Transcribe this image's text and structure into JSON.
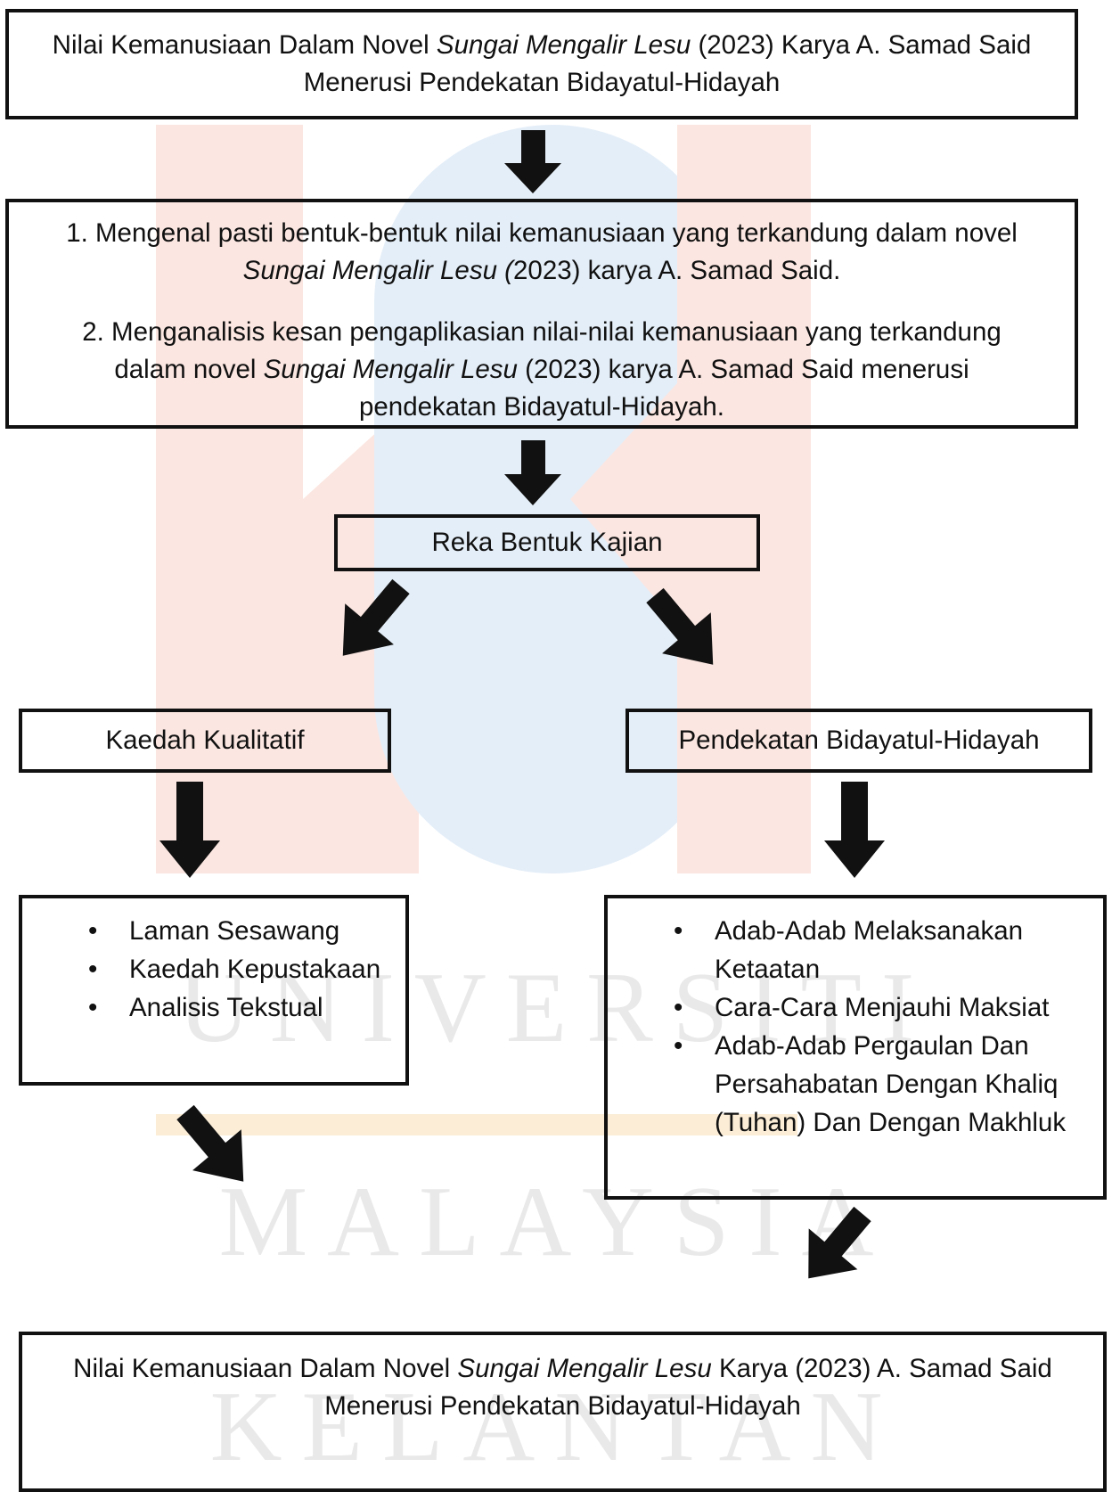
{
  "watermark": {
    "lines": [
      "UNIVERSITI",
      "MALAYSIA",
      "KELANTAN"
    ],
    "colors": {
      "red": "#fbe6e1",
      "blue": "#e4eef8",
      "gold": "#fbedd6",
      "text": "#e9e9e9"
    }
  },
  "title_box": {
    "prefix": "Nilai Kemanusiaan Dalam Novel ",
    "italic": "Sungai Mengalir Lesu",
    "suffix": " (2023) Karya A. Samad Said Menerusi Pendekatan Bidayatul-Hidayah"
  },
  "objectives": {
    "item1": {
      "prefix": "1. Mengenal pasti bentuk-bentuk nilai kemanusiaan yang terkandung dalam novel ",
      "italic": "Sungai Mengalir Lesu (",
      "suffix": "2023) karya A. Samad Said."
    },
    "item2": {
      "prefix": "2. Menganalisis kesan pengaplikasian nilai-nilai kemanusiaan yang terkandung dalam novel ",
      "italic": "Sungai Mengalir Lesu",
      "suffix": " (2023) karya A. Samad Said menerusi pendekatan Bidayatul-Hidayah."
    }
  },
  "design_box": {
    "label": "Reka Bentuk Kajian"
  },
  "method_box": {
    "label": "Kaedah Kualitatif"
  },
  "approach_box": {
    "label": "Pendekatan Bidayatul-Hidayah"
  },
  "method_list": {
    "bullet": "•",
    "items": [
      "Laman Sesawang",
      "Kaedah Kepustakaan",
      "Analisis Tekstual"
    ]
  },
  "approach_list": {
    "bullet": "•",
    "items": [
      "Adab-Adab Melaksanakan Ketaatan",
      "Cara-Cara Menjauhi Maksiat",
      "Adab-Adab Pergaulan Dan Persahabatan Dengan Khaliq (Tuhan) Dan Dengan Makhluk"
    ]
  },
  "result_box": {
    "prefix": "Nilai Kemanusiaan Dalam Novel ",
    "italic": "Sungai Mengalir Lesu",
    "suffix": " Karya (2023) A. Samad Said Menerusi Pendekatan Bidayatul-Hidayah"
  },
  "arrow_color": "#111111"
}
